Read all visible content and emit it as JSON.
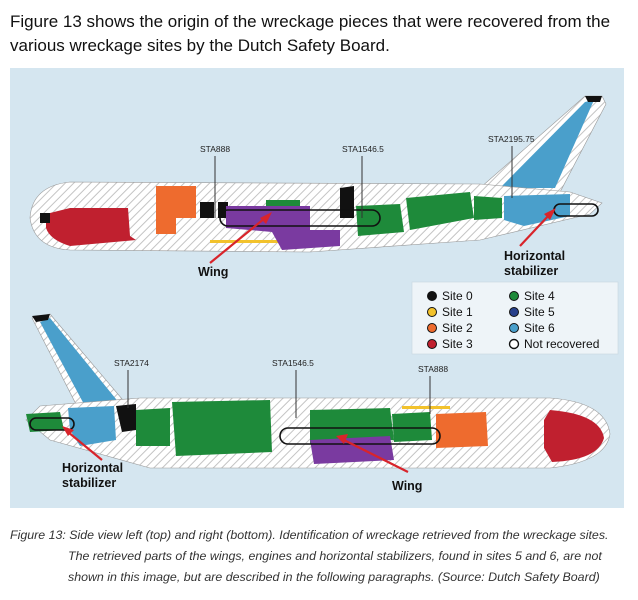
{
  "intro_text": "Figure 13 shows the origin of the wreckage pieces that were recovered from the various wreckage sites by the Dutch Safety Board.",
  "top_view": {
    "stations": [
      "STA888",
      "STA1546.5",
      "STA2195.75"
    ],
    "labels": {
      "wing": "Wing",
      "stabilizer_line1": "Horizontal",
      "stabilizer_line2": "stabilizer"
    }
  },
  "bottom_view": {
    "stations": [
      "STA2174",
      "STA1546.5",
      "STA888"
    ],
    "labels": {
      "wing": "Wing",
      "stabilizer_line1": "Horizontal",
      "stabilizer_line2": "stabilizer"
    }
  },
  "legend": [
    {
      "label": "Site 0",
      "color": "#111111"
    },
    {
      "label": "Site 4",
      "color": "#1e8a3a"
    },
    {
      "label": "Site 1",
      "color": "#f2c22c"
    },
    {
      "label": "Site 5",
      "color": "#27408b"
    },
    {
      "label": "Site 2",
      "color": "#ee6b2e"
    },
    {
      "label": "Site 6",
      "color": "#4a9fcb"
    },
    {
      "label": "Site 3",
      "color": "#c0202f"
    },
    {
      "label": "Not recovered",
      "color": "#ffffff"
    }
  ],
  "colors": {
    "background": "#d5e6f0",
    "site_purple": "#7a3aa0",
    "arrow": "#d8242b"
  },
  "caption": {
    "line1": "Figure 13: Side view left (top) and right (bottom). Identification of wreckage retrieved from the wreckage sites.",
    "line2": "The retrieved parts of the wings, engines and horizontal stabilizers, found in sites 5 and 6, are not",
    "line3": "shown in this image, but are described in the following paragraphs. (Source: Dutch Safety Board)"
  }
}
